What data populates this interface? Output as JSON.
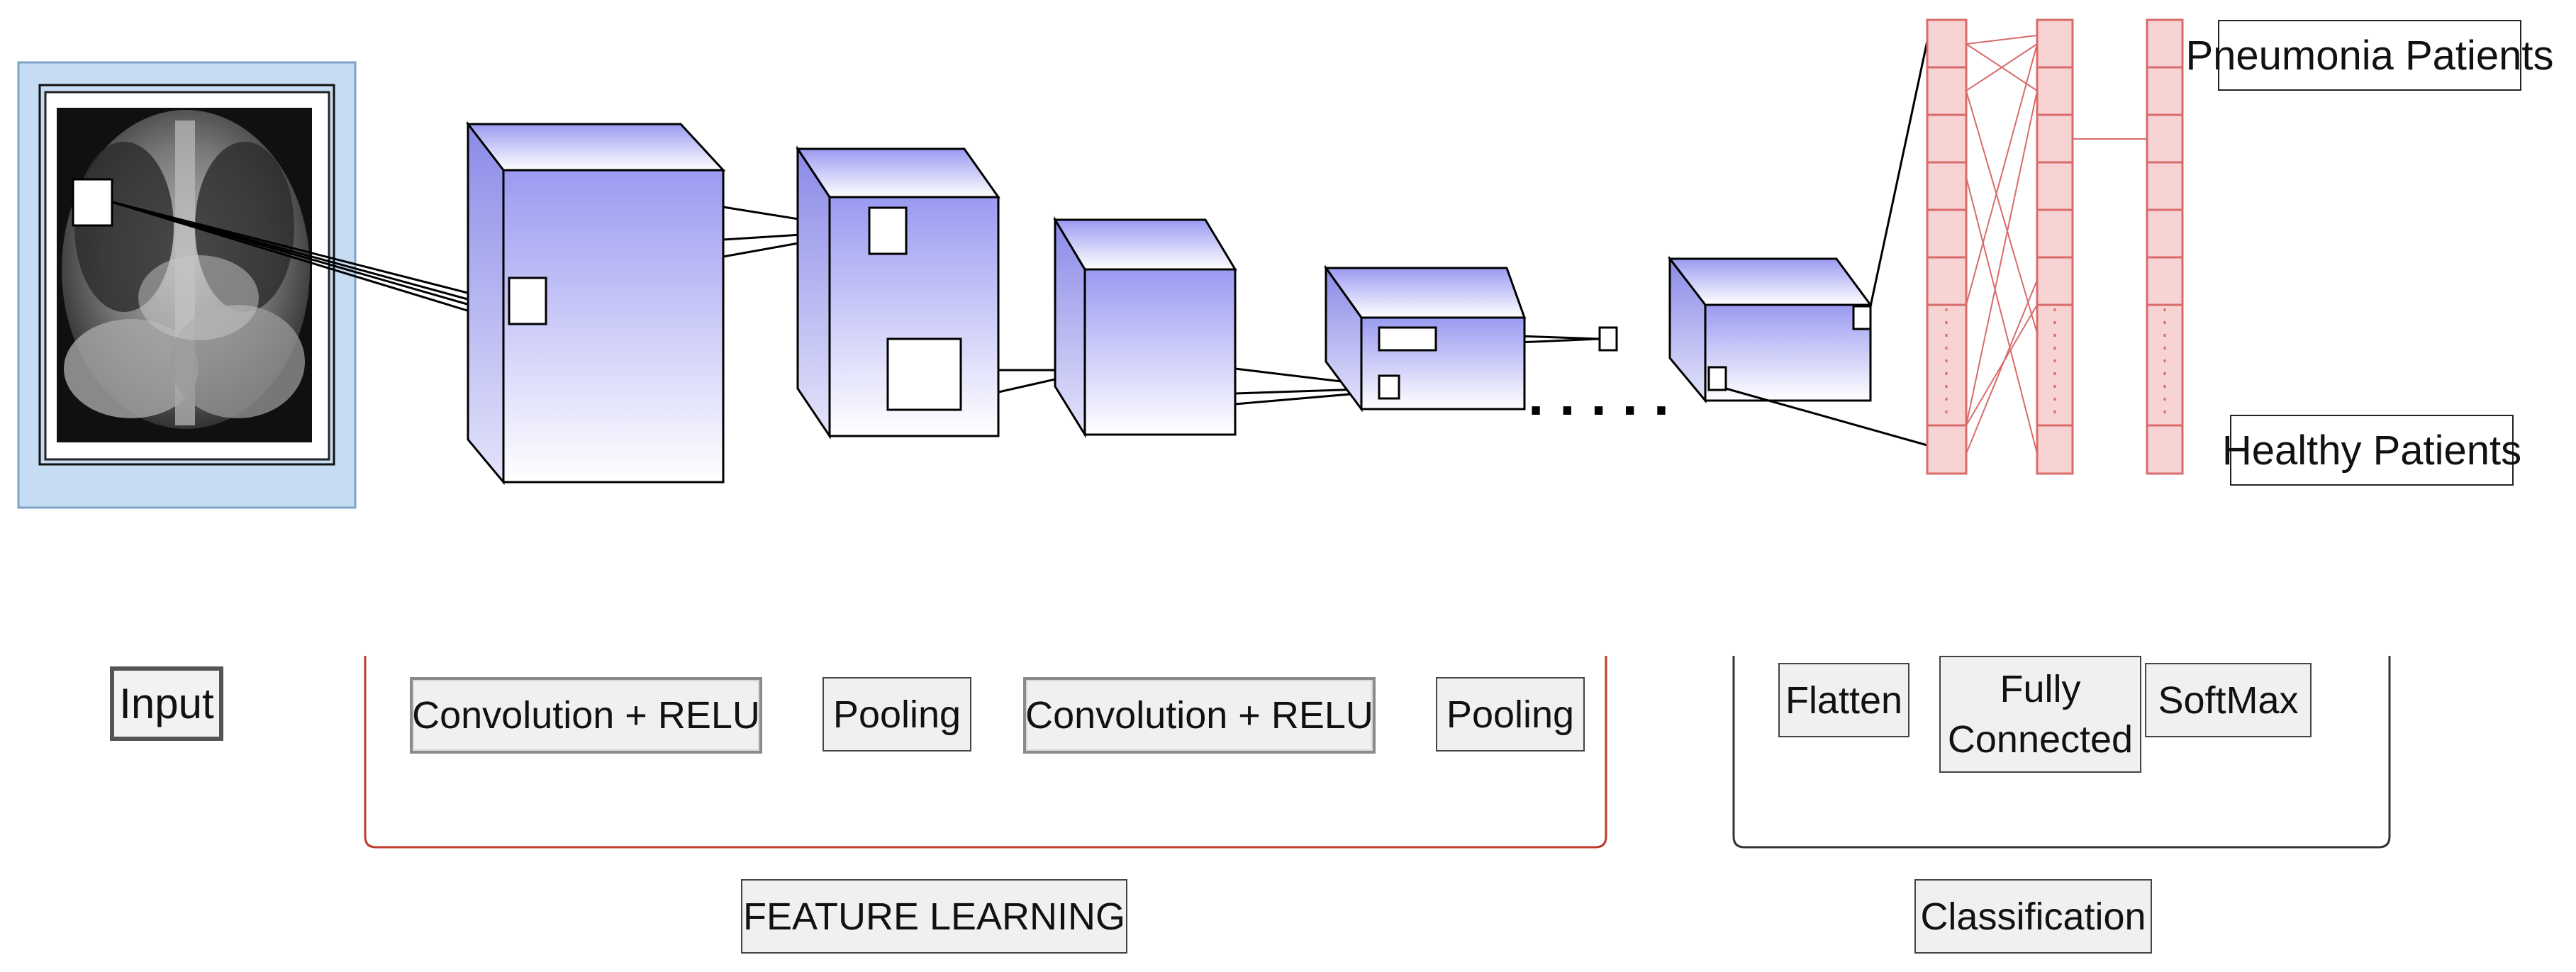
{
  "labels": {
    "input": "Input",
    "conv1": "Convolution + RELU",
    "pool1": "Pooling",
    "conv2": "Convolution + RELU",
    "pool2": "Pooling",
    "flatten": "Flatten",
    "fully_connected_line1": "Fully",
    "fully_connected_line2": "Connected",
    "softmax": "SoftMax",
    "feature_learning": "FEATURE LEARNING",
    "classification": "Classification",
    "pneumonia": "Pneumonia Patients",
    "healthy": "Healthy Patients",
    "ellipsis": "....."
  },
  "colors": {
    "cube_top": "#9a9af2",
    "cube_bottom": "#ffffff",
    "fc_fill": "#f7d3d3",
    "fc_stroke": "#d96b6b",
    "bracket_feature": "#c0392b",
    "bracket_class": "#333333",
    "input_frame": "#c6dcf3"
  }
}
